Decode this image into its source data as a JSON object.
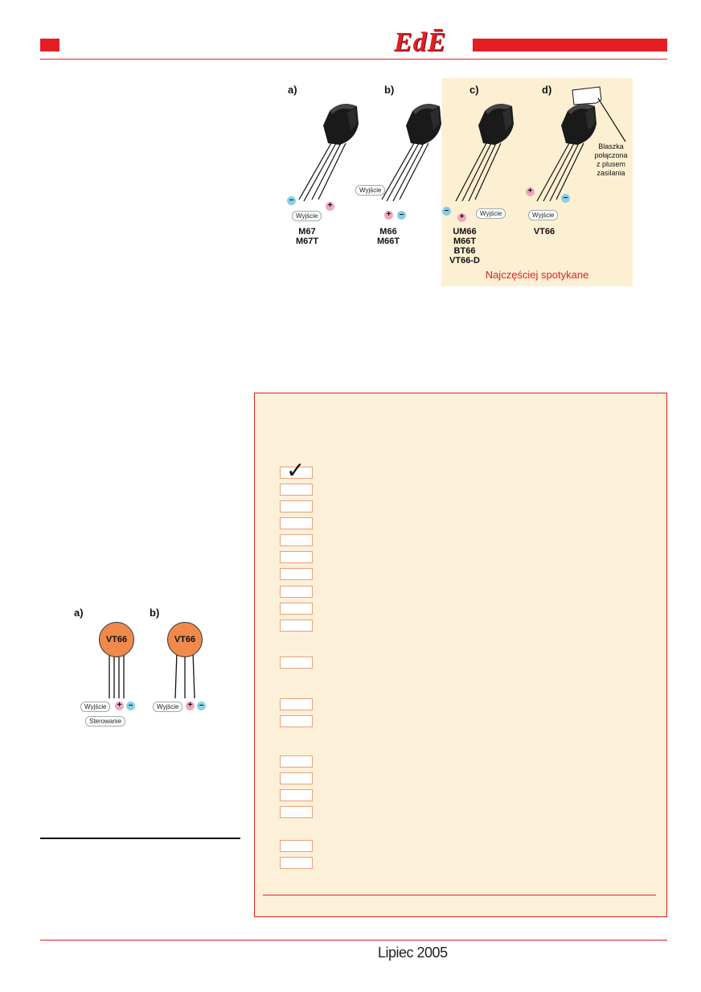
{
  "header": {
    "logo": "EdĒ"
  },
  "footer": {
    "issue": "Lipiec 2005"
  },
  "top_figure": {
    "variants": [
      {
        "label": "a)",
        "models": [
          "M67",
          "M67T"
        ],
        "output_label": "Wyjście"
      },
      {
        "label": "b)",
        "models": [
          "M66",
          "M66T"
        ],
        "output_label": "Wyjście"
      },
      {
        "label": "c)",
        "models": [
          "UM66",
          "M66T",
          "BT66",
          "VT66-D"
        ],
        "output_label": "Wyjście"
      },
      {
        "label": "d)",
        "models": [
          "VT66"
        ],
        "output_label": "Wyjście"
      }
    ],
    "tab_note": [
      "Blaszka",
      "połączona",
      "z plusem",
      "zasilania"
    ],
    "most_common": "Najczęściej spotykane",
    "plus_symbol": "+",
    "minus_symbol": "–"
  },
  "bottom_figure": {
    "variants": [
      {
        "label": "a)",
        "chip_text": "VT66",
        "output_label": "Wyjście",
        "control_label": "Sterowanie"
      },
      {
        "label": "b)",
        "chip_text": "VT66",
        "output_label": "Wyjście"
      }
    ]
  },
  "checklist": {
    "check_mark": "✓",
    "checked_index": 0,
    "box_count": 19
  },
  "colors": {
    "accent_red": "#e31e24",
    "panel_cream": "#fdf0d2",
    "chip_orange": "#f08a4b",
    "plus_pink": "#f2a6be",
    "minus_blue": "#86cfe8"
  }
}
